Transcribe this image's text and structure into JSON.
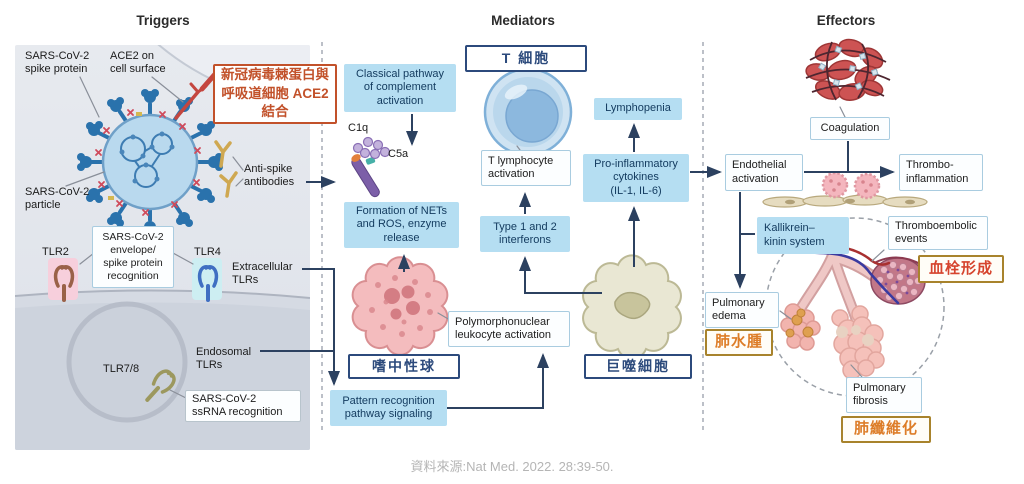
{
  "headings": {
    "triggers": "Triggers",
    "mediators": "Mediators",
    "effectors": "Effectors"
  },
  "source_note": "資料來源:Nat Med. 2022. 28:39-50.",
  "colors": {
    "box_fill": "#b5def2",
    "navy_border": "#2c4a7c",
    "gold_border": "#a8832c",
    "orange_note": "#c2512a",
    "orange_zh_text": "#dd7d28",
    "thrombosis_text": "#d6442e",
    "arrow": "#2c4160"
  },
  "triggers": {
    "spike_protein_label": "SARS-CoV-2\nspike protein",
    "ace2_label": "ACE2 on\ncell surface",
    "zh_spike_ace2_note": "新冠病毒棘蛋白與呼吸道細胞 ACE2 結合",
    "particle_label": "SARS-CoV-2\nparticle",
    "anti_spike_label": "Anti-spike\nantibodies",
    "envelope_recognition_box": "SARS-CoV-2\nenvelope/\nspike protein\nrecognition",
    "tlr2_label": "TLR2",
    "tlr4_label": "TLR4",
    "extracellular_tlrs_label": "Extracellular\nTLRs",
    "tlr78_label": "TLR7/8",
    "endosomal_tlrs_label": "Endosomal\nTLRs",
    "ssrna_recognition_box": "SARS-CoV-2\nssRNA recognition"
  },
  "mediators": {
    "complement_box": "Classical pathway\nof complement\nactivation",
    "c1q_label": "C1q",
    "c5a_label": "C5a",
    "nets_box": "Formation of NETs\nand ROS, enzyme\nrelease",
    "neutrophil_zh_box": "嗜中性球",
    "pmn_box": "Polymorphonuclear\nleukocyte activation",
    "prr_box": "Pattern recognition\npathway signaling",
    "tcell_zh_box": "T 細胞",
    "tlymph_box": "T lymphocyte\nactivation",
    "ifn_box": "Type 1 and 2\ninterferons",
    "lymphopenia_box": "Lymphopenia",
    "cytokines_box": "Pro-inflammatory\ncytokines\n(IL-1, IL-6)",
    "macrophage_zh_box": "巨噬細胞"
  },
  "effectors": {
    "coagulation_box": "Coagulation",
    "endothelial_box": "Endothelial\nactivation",
    "thromboinflammation_box": "Thrombo-\ninflammation",
    "kallikrein_box": "Kallikrein–\nkinin system",
    "thromboembolic_box": "Thromboembolic\nevents",
    "thrombosis_zh_box": "血栓形成",
    "pulmonary_edema_box": "Pulmonary\nedema",
    "edema_zh_box": "肺水腫",
    "pulmonary_fibrosis_box": "Pulmonary\nfibrosis",
    "fibrosis_zh_box": "肺纖維化"
  }
}
